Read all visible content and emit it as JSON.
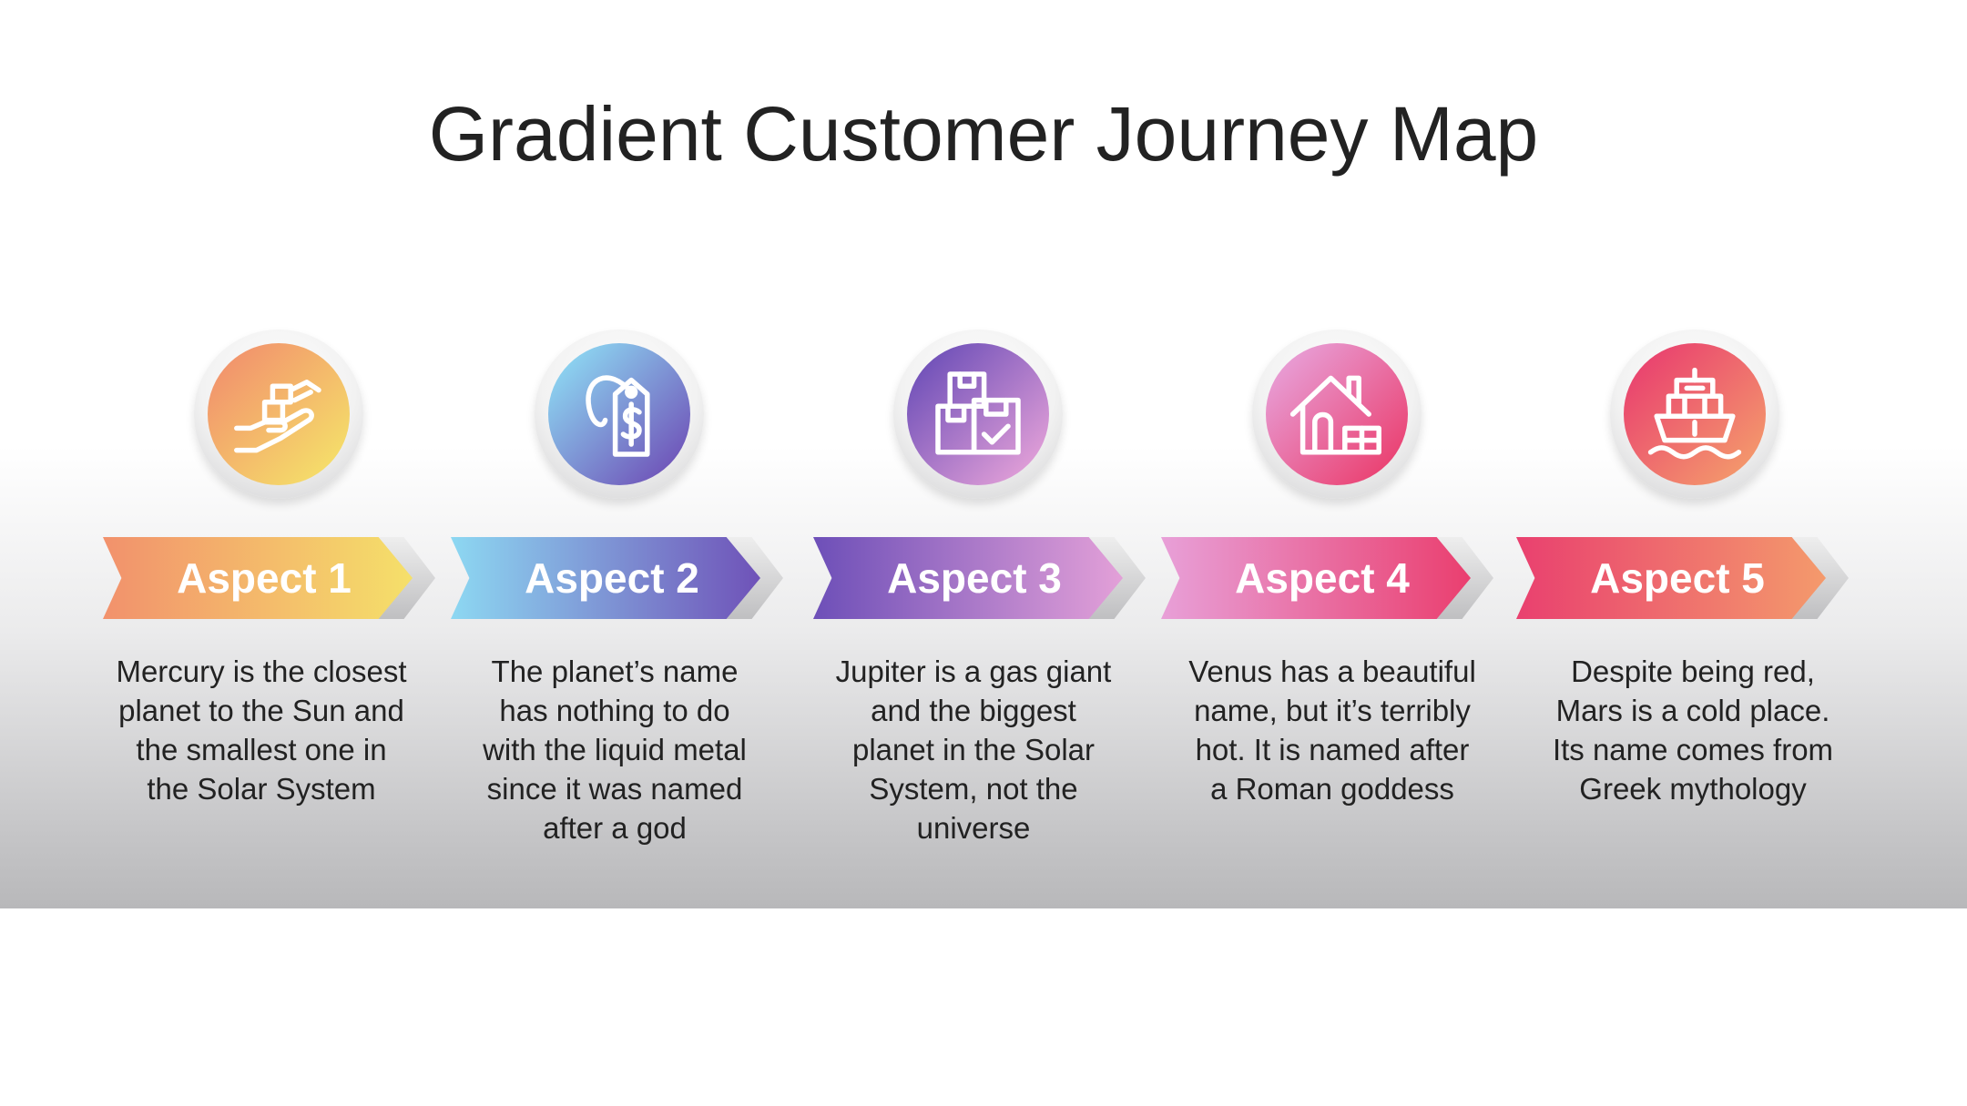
{
  "title": "Gradient Customer Journey Map",
  "steps": [
    {
      "label": "Aspect 1",
      "text": "Mercury is the closest planet to the Sun and the smallest one in the Solar System",
      "icon": "hand-holding-box-icon",
      "colors": [
        "#f2916c",
        "#f5e06a"
      ]
    },
    {
      "label": "Aspect 2",
      "text": "The planet’s name has nothing to do with the liquid metal since it was named after a god",
      "icon": "price-tag-icon",
      "colors": [
        "#8dd8f2",
        "#6f52b8"
      ]
    },
    {
      "label": "Aspect 3",
      "text": "Jupiter is a gas giant and the biggest planet in the Solar System, not the universe",
      "icon": "boxes-check-icon",
      "colors": [
        "#6d4fb8",
        "#e3a0d8"
      ]
    },
    {
      "label": "Aspect 4",
      "text": "Venus has a beautiful name, but it’s terribly hot. It is named after a Roman goddess",
      "icon": "house-boxes-icon",
      "colors": [
        "#e8a0d8",
        "#ea3f6f"
      ]
    },
    {
      "label": "Aspect 5",
      "text": "Despite being red, Mars is a cold place. Its name comes from Greek mythology",
      "icon": "cargo-ship-icon",
      "colors": [
        "#e9406f",
        "#f49a6c"
      ]
    }
  ]
}
